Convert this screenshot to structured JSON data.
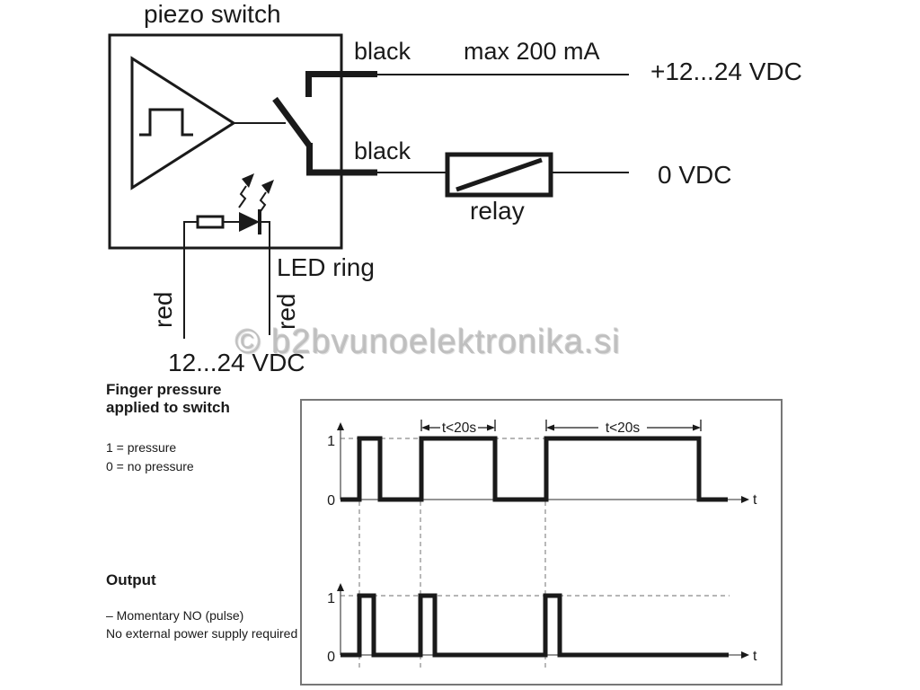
{
  "circuit": {
    "title": "piezo switch",
    "wire_top_label": "black",
    "wire_top_rating": "max 200 mA",
    "supply_positive": "+12...24 VDC",
    "wire_bottom_label": "black",
    "supply_zero": "0 VDC",
    "relay_label": "relay",
    "led_ring_label": "LED ring",
    "wire_red_left": "red",
    "wire_red_right": "red",
    "led_supply": "12...24 VDC"
  },
  "watermark": "© b2bvunoelektronika.si",
  "timing": {
    "pressure_heading": "Finger pressure\napplied to switch",
    "legend_pressure": "1 = pressure",
    "legend_no_pressure": "0 = no pressure",
    "output_heading": "Output",
    "output_note_1": "– Momentary NO (pulse)",
    "output_note_2": "No external power supply required"
  },
  "chart_data": [
    {
      "type": "line",
      "title": "Finger pressure applied to switch",
      "ylabels": [
        "0",
        "1"
      ],
      "xlabel": "t",
      "annotations": [
        "t<20s",
        "t<20s"
      ],
      "steps": [
        [
          379,
          0
        ],
        [
          400,
          0
        ],
        [
          400,
          1
        ],
        [
          423,
          1
        ],
        [
          423,
          0
        ],
        [
          469,
          0
        ],
        [
          469,
          1
        ],
        [
          551,
          1
        ],
        [
          551,
          0
        ],
        [
          608,
          0
        ],
        [
          608,
          1
        ],
        [
          778,
          1
        ],
        [
          778,
          0
        ],
        [
          810,
          0
        ]
      ],
      "markers": [
        400,
        468,
        607
      ]
    },
    {
      "type": "line",
      "title": "Output",
      "ylabels": [
        "0",
        "1"
      ],
      "xlabel": "t",
      "annotations": [],
      "steps": [
        [
          379,
          0
        ],
        [
          400,
          0
        ],
        [
          400,
          1
        ],
        [
          416,
          1
        ],
        [
          416,
          0
        ],
        [
          468,
          0
        ],
        [
          468,
          1
        ],
        [
          484,
          1
        ],
        [
          484,
          0
        ],
        [
          607,
          0
        ],
        [
          607,
          1
        ],
        [
          623,
          1
        ],
        [
          623,
          0
        ],
        [
          811,
          0
        ]
      ],
      "markers": []
    }
  ]
}
